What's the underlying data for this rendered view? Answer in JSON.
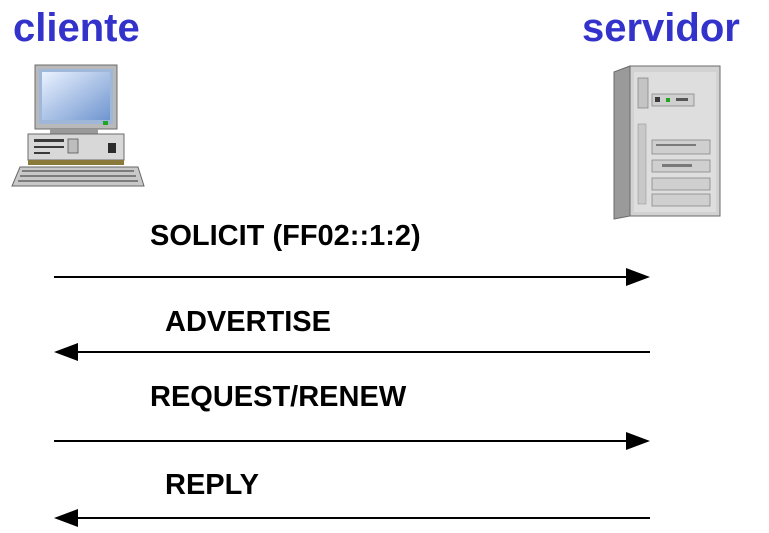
{
  "actors": {
    "client": {
      "label": "cliente",
      "icon": "desktop-computer-icon"
    },
    "server": {
      "label": "servidor",
      "icon": "server-tower-icon"
    }
  },
  "messages": [
    {
      "label": "SOLICIT (FF02::1:2)",
      "direction": "client-to-server"
    },
    {
      "label": "ADVERTISE",
      "direction": "server-to-client"
    },
    {
      "label": "REQUEST/RENEW",
      "direction": "client-to-server"
    },
    {
      "label": "REPLY",
      "direction": "server-to-client"
    }
  ],
  "colors": {
    "actor_label": "#3333cc",
    "arrow": "#000000",
    "message_text": "#000000"
  }
}
